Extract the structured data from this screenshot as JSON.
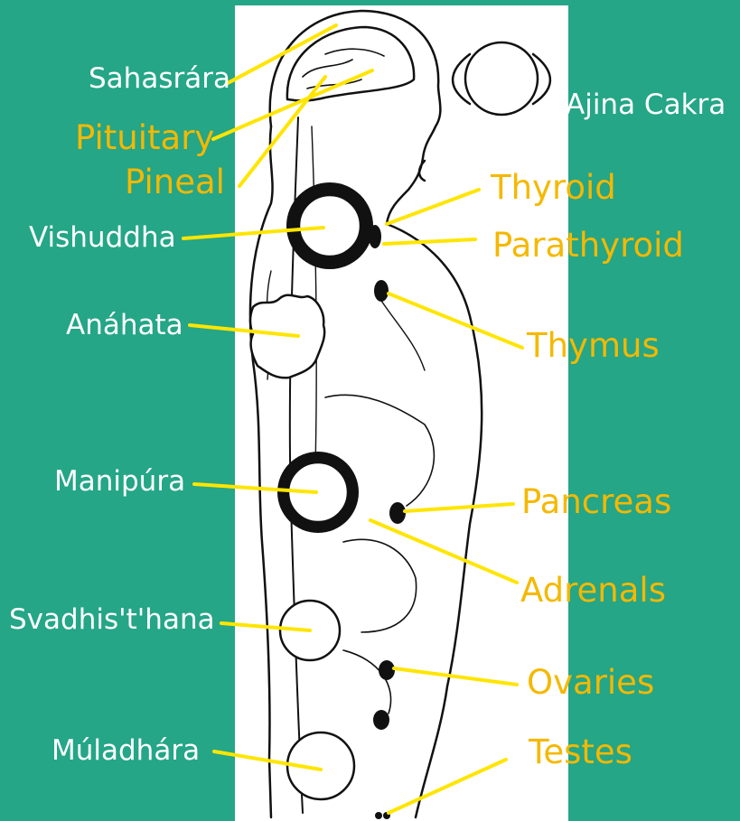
{
  "colors": {
    "background": "#24a687",
    "chakra_label": "#ffffff",
    "gland_label": "#f5b800",
    "leader_line": "#ffe500",
    "drawing_ink": "#111111"
  },
  "chakras": [
    {
      "id": "sahasrara",
      "label": "Sahasrára"
    },
    {
      "id": "ajina",
      "label": "Ajina Cakra"
    },
    {
      "id": "vishuddha",
      "label": "Vishuddha"
    },
    {
      "id": "anahata",
      "label": "Anáhata"
    },
    {
      "id": "manipura",
      "label": "Manipúra"
    },
    {
      "id": "svadhisthana",
      "label": "Svadhis't'hana"
    },
    {
      "id": "muladhara",
      "label": "Múladhára"
    }
  ],
  "glands": [
    {
      "id": "pituitary",
      "label": "Pituitary"
    },
    {
      "id": "pineal",
      "label": "Pineal"
    },
    {
      "id": "thyroid",
      "label": "Thyroid"
    },
    {
      "id": "parathyroid",
      "label": "Parathyroid"
    },
    {
      "id": "thymus",
      "label": "Thymus"
    },
    {
      "id": "pancreas",
      "label": "Pancreas"
    },
    {
      "id": "adrenals",
      "label": "Adrenals"
    },
    {
      "id": "ovaries",
      "label": "Ovaries"
    },
    {
      "id": "testes",
      "label": "Testes"
    }
  ]
}
